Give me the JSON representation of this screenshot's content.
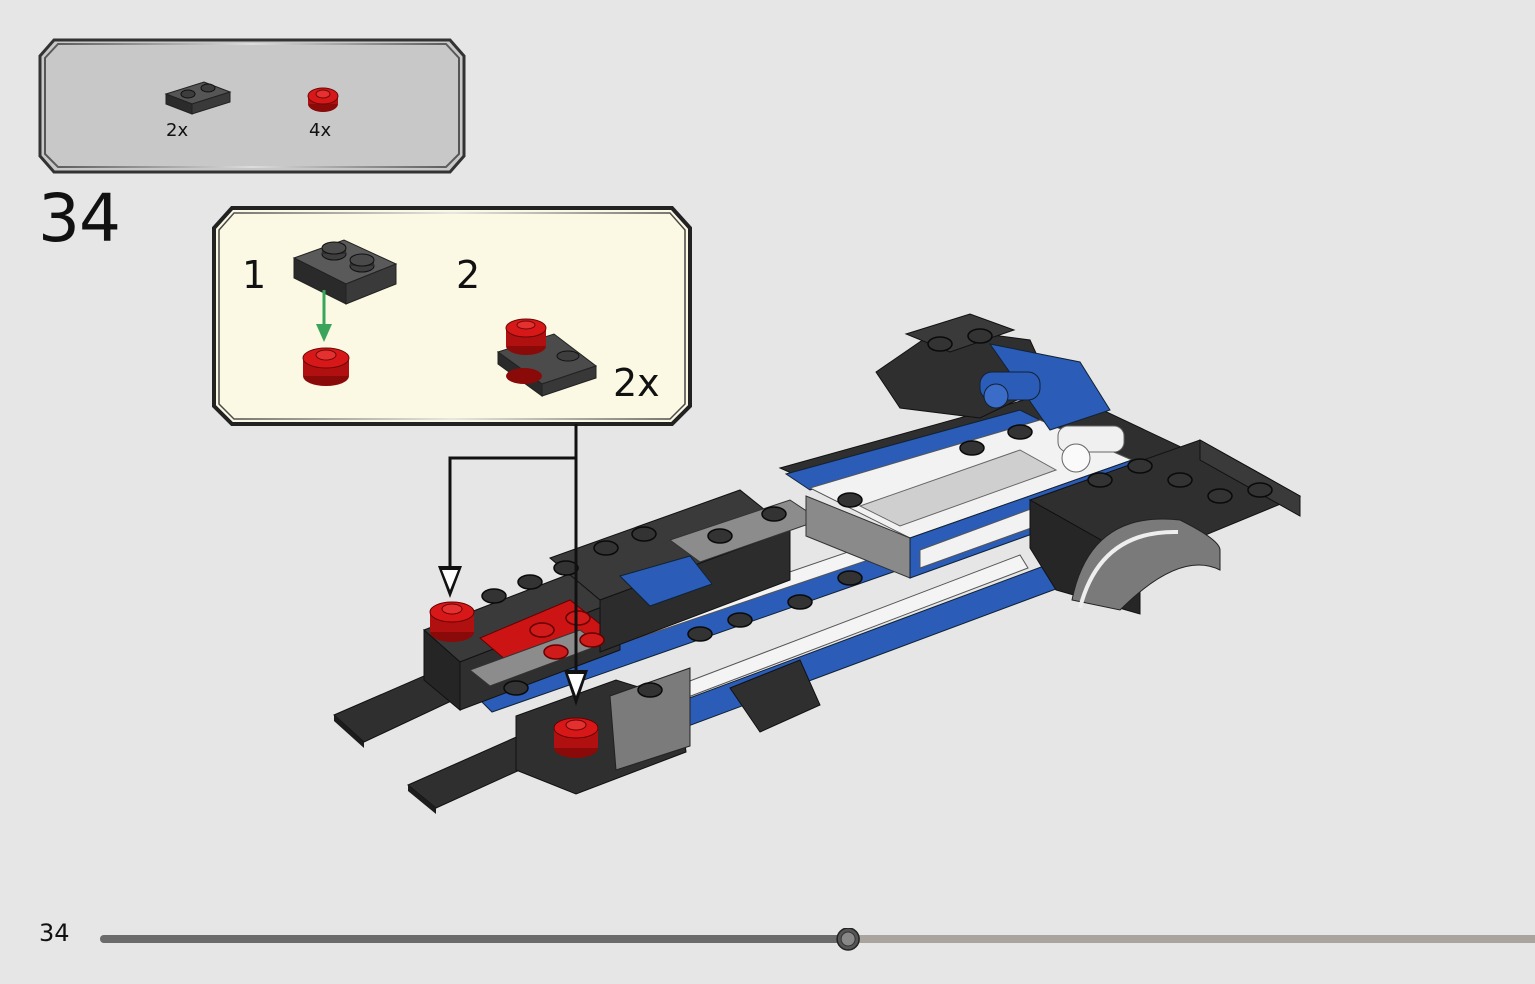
{
  "parts_list": [
    {
      "icon": "black-1x2-plate-icon",
      "quantity": "2x"
    },
    {
      "icon": "red-1x1-round-plate-icon",
      "quantity": "4x"
    }
  ],
  "step": {
    "number": "34"
  },
  "sub_assembly": {
    "steps": [
      {
        "label": "1"
      },
      {
        "label": "2"
      }
    ],
    "multiplier": "2x"
  },
  "page": {
    "number": "34"
  },
  "progress": {
    "fraction": 0.52
  },
  "colors": {
    "background": "#e6e6e6",
    "parts_box": "#c8c8c8",
    "sub_box": "#fbf9e3",
    "brick_black": "#2f2f2f",
    "brick_red": "#cc1414",
    "brick_blue": "#2a5cb8",
    "brick_gray": "#8c8c8c",
    "arrow_green": "#3aa55a"
  }
}
